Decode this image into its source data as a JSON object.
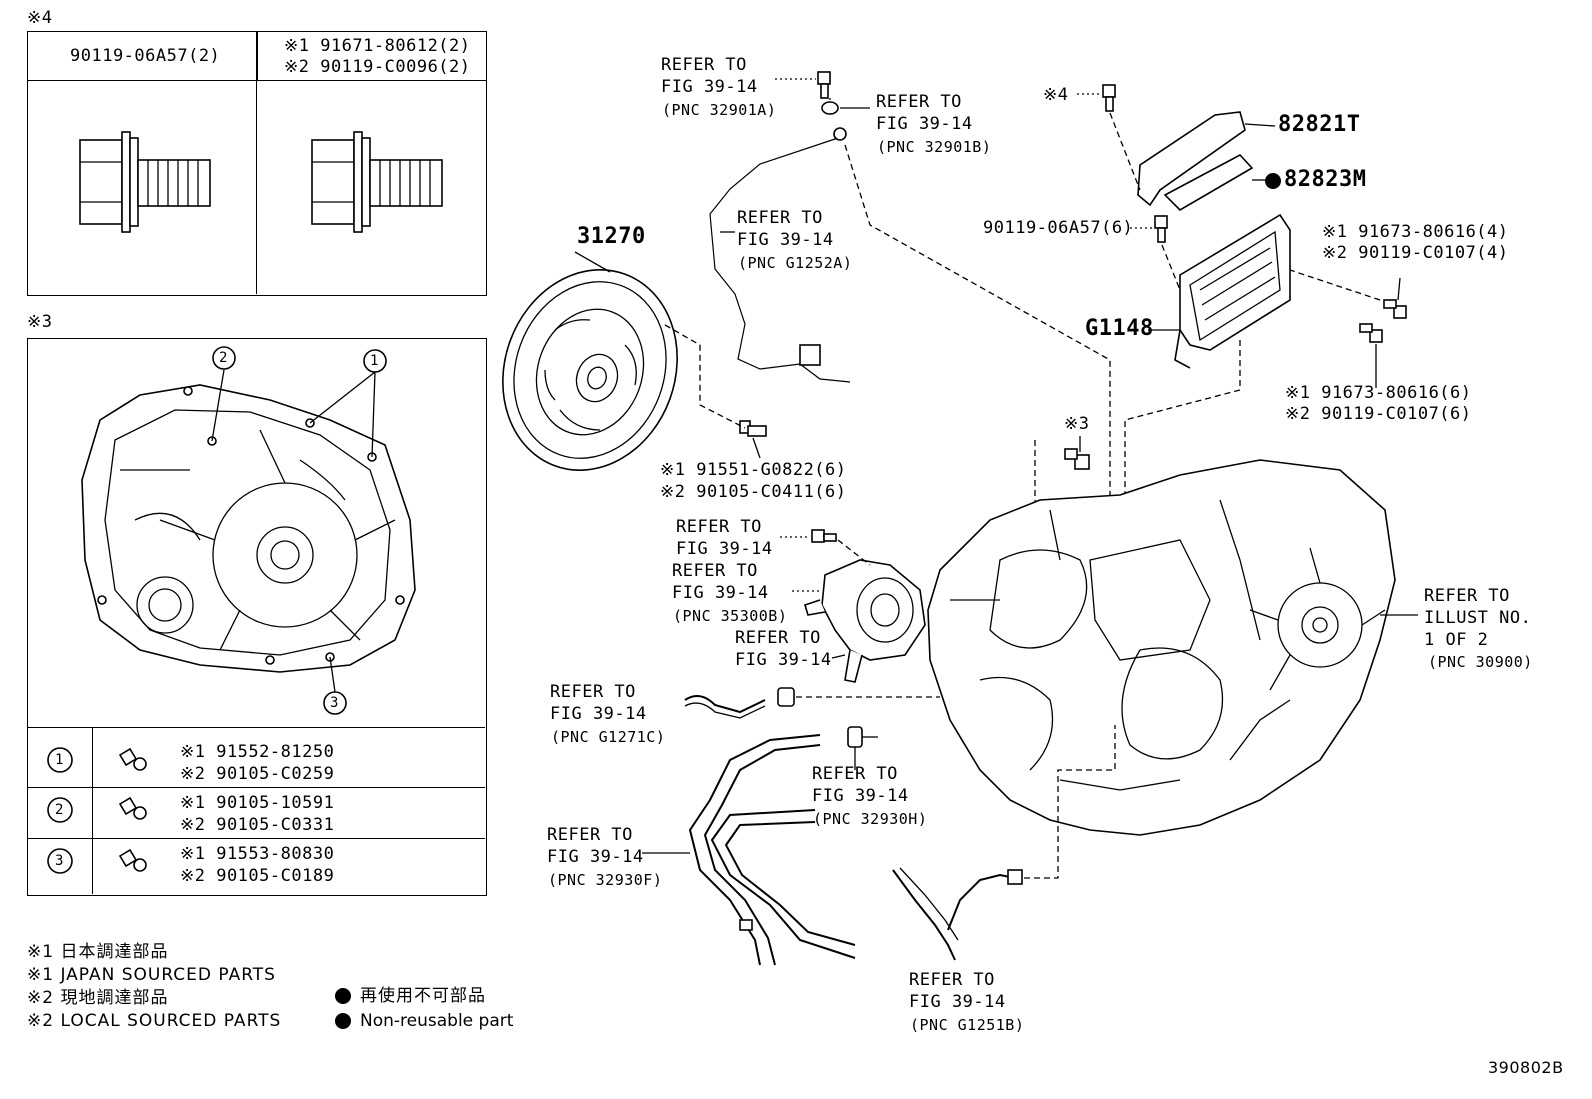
{
  "inset4": {
    "tag": "※4",
    "col1": "90119-06A57(2)",
    "col2_line1": "※1 91671-80612(2)",
    "col2_line2": "※2 90119-C0096(2)"
  },
  "inset3": {
    "tag": "※3",
    "callout1": "1",
    "callout2": "2",
    "callout3": "3",
    "rows": [
      {
        "no": "1",
        "line1": "※1 91552-81250",
        "line2": "※2 90105-C0259"
      },
      {
        "no": "2",
        "line1": "※1 90105-10591",
        "line2": "※2 90105-C0331"
      },
      {
        "no": "3",
        "line1": "※1 91553-80830",
        "line2": "※2 90105-C0189"
      }
    ]
  },
  "legend": {
    "l1": "※1 日本調達部品",
    "l2": "※1 JAPAN SOURCED PARTS",
    "l3": "※2 現地調達部品",
    "l4": "※2 LOCAL SOURCED PARTS",
    "n1": "再使用不可部品",
    "n2": "Non-reusable part"
  },
  "refs": {
    "r1": {
      "a": "REFER TO",
      "b": "FIG 39-14",
      "c": "(PNC 32901A)"
    },
    "r2": {
      "a": "REFER TO",
      "b": "FIG 39-14",
      "c": "(PNC 32901B)"
    },
    "r3": {
      "a": "REFER TO",
      "b": "FIG 39-14",
      "c": "(PNC G1252A)"
    },
    "r4": {
      "a": "REFER TO",
      "b": "FIG 39-14"
    },
    "r5": {
      "a": "REFER TO",
      "b": "FIG 39-14",
      "c": "(PNC 35300B)"
    },
    "r6": {
      "a": "REFER TO",
      "b": "FIG 39-14"
    },
    "r7": {
      "a": "REFER TO",
      "b": "FIG 39-14",
      "c": "(PNC G1271C)"
    },
    "r8": {
      "a": "REFER TO",
      "b": "FIG 39-14",
      "c": "(PNC 32930H)"
    },
    "r9": {
      "a": "REFER TO",
      "b": "FIG 39-14",
      "c": "(PNC 32930F)"
    },
    "r10": {
      "a": "REFER TO",
      "b": "FIG 39-14",
      "c": "(PNC G1251B)"
    },
    "r11": {
      "a": "REFER TO",
      "b": "ILLUST NO.",
      "c": "1 OF 2",
      "d": "(PNC 30900)"
    }
  },
  "parts": {
    "p31270": "31270",
    "p82821T": "82821T",
    "p82823M": "82823M",
    "pG1148": "G1148",
    "bolt4_tag": "※4",
    "bolt3_tag": "※3",
    "b_9011906A57": "90119-06A57(6)",
    "b_top_l1": "※1 91673-80616(4)",
    "b_top_l2": "※2 90119-C0107(4)",
    "b_bot_l1": "※1 91673-80616(6)",
    "b_bot_l2": "※2 90119-C0107(6)",
    "b_clutch_l1": "※1 91551-G0822(6)",
    "b_clutch_l2": "※2 90105-C0411(6)"
  },
  "figure_id": "390802B"
}
